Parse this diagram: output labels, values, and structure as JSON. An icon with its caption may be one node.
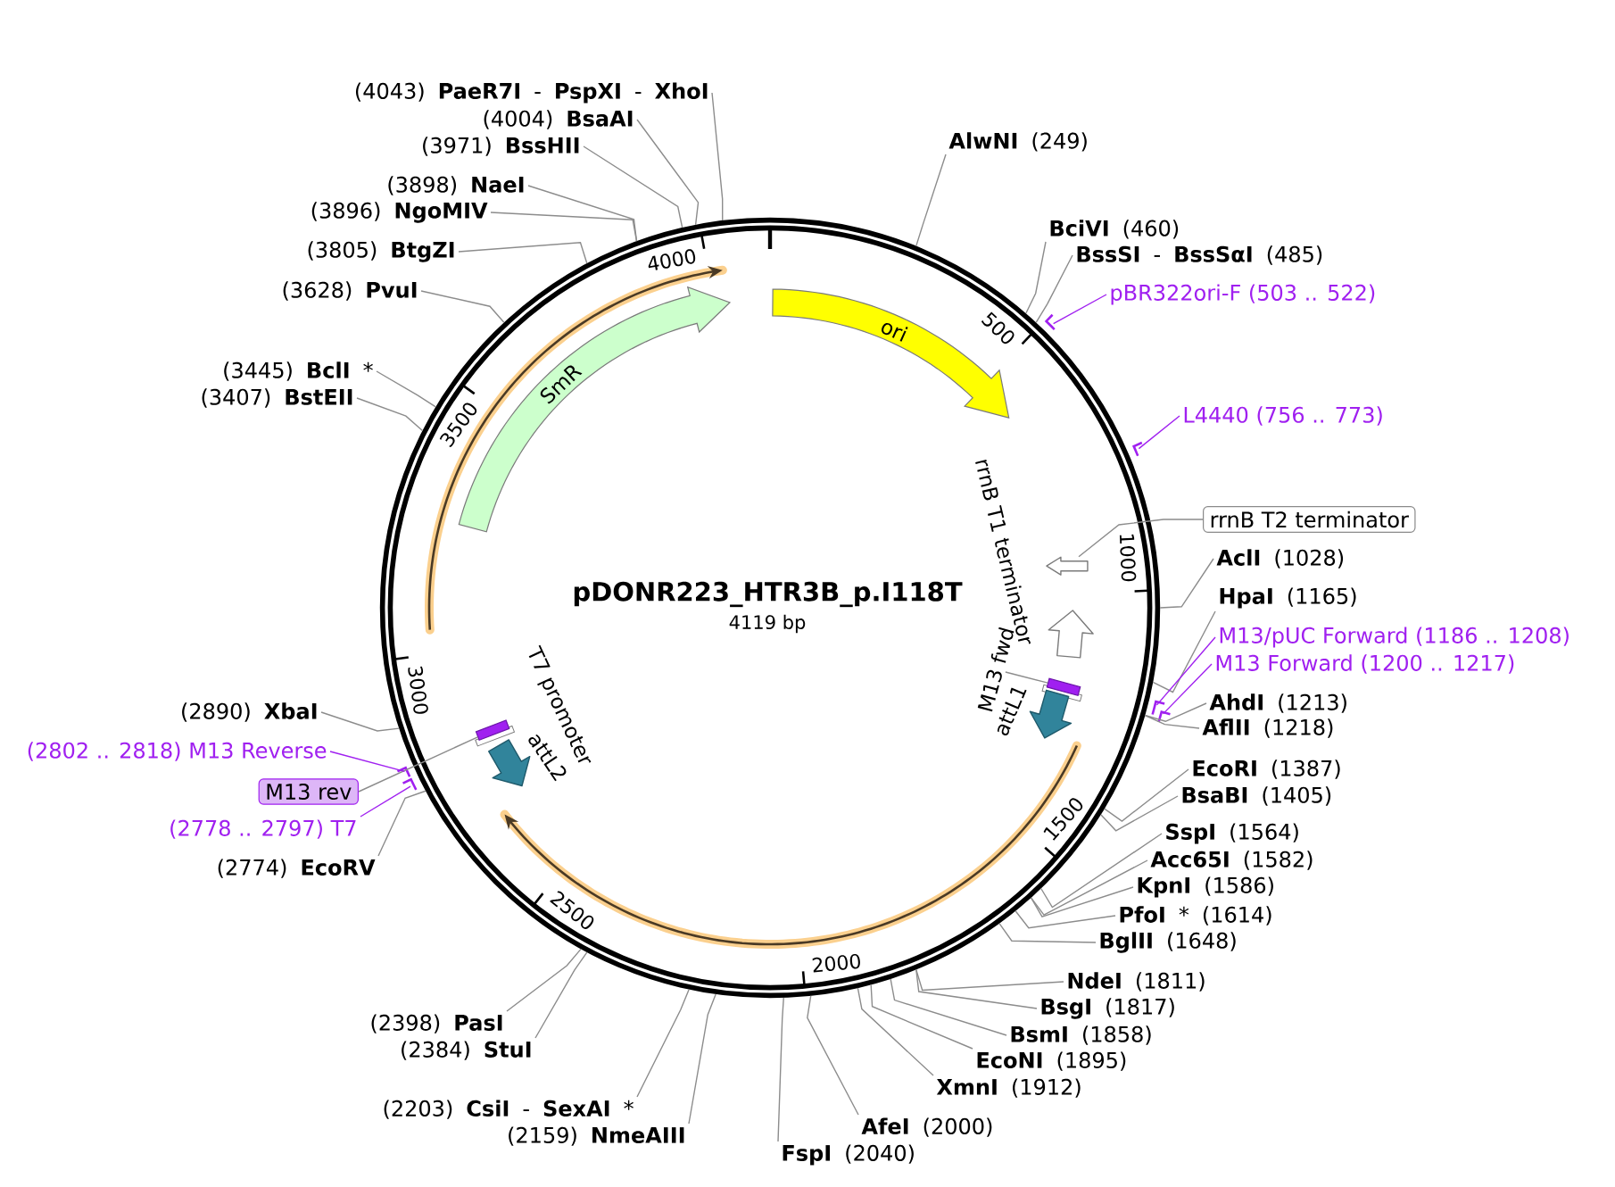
{
  "diagram": {
    "nodes": [
      {
        "text": [
          "pDONR223_HTR3B_p.I118T",
          "4119 bp"
        ]
      },
      {
        "text": [
          "ori"
        ],
        "in": 0
      },
      {
        "text": [
          "SmR"
        ],
        "in": 0
      },
      {
        "text": [
          "rrnB T1 terminator"
        ],
        "in": 0
      },
      {
        "text": [],
        "shape": "arrow",
        "in": 0
      },
      {
        "text": [
          "M13 fwd"
        ],
        "in": 0
      },
      {
        "text": [],
        "shape": "bar",
        "in": 0
      },
      {
        "text": [
          "attL1"
        ],
        "in": 0
      },
      {
        "text": [
          "T7 promoter"
        ],
        "in": 0
      },
      {
        "text": [],
        "shape": "bar",
        "in": 0
      },
      {
        "text": [
          "attL2"
        ],
        "in": 0
      },
      {
        "text": [
          "**AlwNI** (249)"
        ]
      },
      {
        "text": [
          "**BciVI** (460)"
        ]
      },
      {
        "text": [
          "**BssSI** - **BssSαI** (485)"
        ]
      },
      {
        "text": [
          "pBR322ori-F (503 .. 522)"
        ]
      },
      {
        "text": [],
        "shape": "bracket"
      },
      {
        "text": [
          "L4440 (756 .. 773)"
        ]
      },
      {
        "text": [],
        "shape": "bracket"
      },
      {
        "text": [
          "rrnB T2 terminator"
        ]
      },
      {
        "text": [
          "**AclI** (1028)"
        ]
      },
      {
        "text": [
          "**HpaI** (1165)"
        ]
      },
      {
        "text": [
          "M13/pUC Forward (1186 .. 1208)"
        ]
      },
      {
        "text": [],
        "shape": "bracket"
      },
      {
        "text": [
          "M13 Forward (1200 .. 1217)"
        ]
      },
      {
        "text": [],
        "shape": "bracket"
      },
      {
        "text": [
          "**AhdI** (1213)"
        ]
      },
      {
        "text": [
          "**AflII** (1218)"
        ]
      },
      {
        "text": [
          "**EcoRI** (1387)"
        ]
      },
      {
        "text": [
          "**BsaBI** (1405)"
        ]
      },
      {
        "text": [
          "**SspI** (1564)"
        ]
      },
      {
        "text": [
          "**Acc65I** (1582)"
        ]
      },
      {
        "text": [
          "**KpnI** (1586)"
        ]
      },
      {
        "text": [
          "**PfoI** * (1614)"
        ]
      },
      {
        "text": [
          "**BglII** (1648)"
        ]
      },
      {
        "text": [
          "**NdeI** (1811)"
        ]
      },
      {
        "text": [
          "**BsgI** (1817)"
        ]
      },
      {
        "text": [
          "**BsmI** (1858)"
        ]
      },
      {
        "text": [
          "**EcoNI** (1895)"
        ]
      },
      {
        "text": [
          "**XmnI** (1912)"
        ]
      },
      {
        "text": [
          "**AfeI** (2000)"
        ]
      },
      {
        "text": [
          "**FspI** (2040)"
        ]
      },
      {
        "text": [
          "(2159) **NmeAIII**"
        ]
      },
      {
        "text": [
          "(2203) **CsiI** - **SexAI** *"
        ]
      },
      {
        "text": [
          "(2384) **StuI**"
        ]
      },
      {
        "text": [
          "(2398) **PasI**"
        ]
      },
      {
        "text": [
          "(2774) **EcoRV**"
        ]
      },
      {
        "text": [
          "(2778 .. 2797) T7"
        ]
      },
      {
        "text": [],
        "shape": "bracket"
      },
      {
        "text": [
          "M13 rev"
        ]
      },
      {
        "text": [
          "(2802 .. 2818) M13 Reverse"
        ]
      },
      {
        "text": [],
        "shape": "bracket"
      },
      {
        "text": [
          "(2890) **XbaI**"
        ]
      },
      {
        "text": [
          "(3407) **BstEII**"
        ]
      },
      {
        "text": [
          "(3445) **BclI** *"
        ]
      },
      {
        "text": [
          "(3628) **PvuI**"
        ]
      },
      {
        "text": [
          "(3805) **BtgZI**"
        ]
      },
      {
        "text": [
          "(3896) **NgoMIV**"
        ]
      },
      {
        "text": [
          "(3898) **NaeI**"
        ]
      },
      {
        "text": [
          "(3971) **BssHII**"
        ]
      },
      {
        "text": [
          "(4004) **BsaAI**"
        ]
      },
      {
        "text": [
          "(4043) **PaeR7I** - **PspXI** - **XhoI**"
        ]
      }
    ],
    "edges": [
      {
        "from": 11,
        "to": 0,
        "arrow": "none"
      },
      {
        "from": 12,
        "to": 0,
        "arrow": "none"
      },
      {
        "from": 13,
        "to": 0,
        "arrow": "none"
      },
      {
        "from": 14,
        "to": 15,
        "arrow": "none",
        "color": "#a020f0"
      },
      {
        "from": 16,
        "to": 17,
        "arrow": "none",
        "color": "#a020f0"
      },
      {
        "from": 18,
        "to": 4,
        "arrow": "none"
      },
      {
        "from": 19,
        "to": 0,
        "arrow": "none"
      },
      {
        "from": 20,
        "to": 0,
        "arrow": "none"
      },
      {
        "from": 21,
        "to": 22,
        "arrow": "none",
        "color": "#a020f0"
      },
      {
        "from": 23,
        "to": 24,
        "arrow": "none",
        "color": "#a020f0"
      },
      {
        "from": 25,
        "to": 0,
        "arrow": "none"
      },
      {
        "from": 26,
        "to": 0,
        "arrow": "none"
      },
      {
        "from": 27,
        "to": 0,
        "arrow": "none"
      },
      {
        "from": 28,
        "to": 0,
        "arrow": "none"
      },
      {
        "from": 29,
        "to": 0,
        "arrow": "none"
      },
      {
        "from": 30,
        "to": 0,
        "arrow": "none"
      },
      {
        "from": 31,
        "to": 0,
        "arrow": "none"
      },
      {
        "from": 32,
        "to": 0,
        "arrow": "none"
      },
      {
        "from": 33,
        "to": 0,
        "arrow": "none"
      },
      {
        "from": 34,
        "to": 0,
        "arrow": "none"
      },
      {
        "from": 35,
        "to": 0,
        "arrow": "none"
      },
      {
        "from": 36,
        "to": 0,
        "arrow": "none"
      },
      {
        "from": 37,
        "to": 0,
        "arrow": "none"
      },
      {
        "from": 38,
        "to": 0,
        "arrow": "none"
      },
      {
        "from": 39,
        "to": 0,
        "arrow": "none"
      },
      {
        "from": 40,
        "to": 0,
        "arrow": "none"
      },
      {
        "from": 41,
        "to": 0,
        "arrow": "none"
      },
      {
        "from": 42,
        "to": 0,
        "arrow": "none"
      },
      {
        "from": 43,
        "to": 0,
        "arrow": "none"
      },
      {
        "from": 44,
        "to": 0,
        "arrow": "none"
      },
      {
        "from": 45,
        "to": 0,
        "arrow": "none"
      },
      {
        "from": 46,
        "to": 47,
        "arrow": "none",
        "color": "#a020f0"
      },
      {
        "from": 48,
        "to": 9,
        "arrow": "none"
      },
      {
        "from": 49,
        "to": 50,
        "arrow": "none",
        "color": "#a020f0"
      },
      {
        "from": 51,
        "to": 0,
        "arrow": "none"
      },
      {
        "from": 52,
        "to": 0,
        "arrow": "none"
      },
      {
        "from": 53,
        "to": 0,
        "arrow": "none"
      },
      {
        "from": 54,
        "to": 0,
        "arrow": "none"
      },
      {
        "from": 55,
        "to": 0,
        "arrow": "none"
      },
      {
        "from": 56,
        "to": 0,
        "arrow": "none"
      },
      {
        "from": 57,
        "to": 0,
        "arrow": "none"
      },
      {
        "from": 58,
        "to": 0,
        "arrow": "none"
      },
      {
        "from": 59,
        "to": 0,
        "arrow": "none"
      },
      {
        "from": 60,
        "to": 0,
        "arrow": "none"
      },
      {
        "from": 5,
        "to": 6,
        "arrow": "none"
      }
    ],
    "labels": [
      "500",
      "1000",
      "1500",
      "2000",
      "2500",
      "3000",
      "3500",
      "4000"
    ]
  }
}
